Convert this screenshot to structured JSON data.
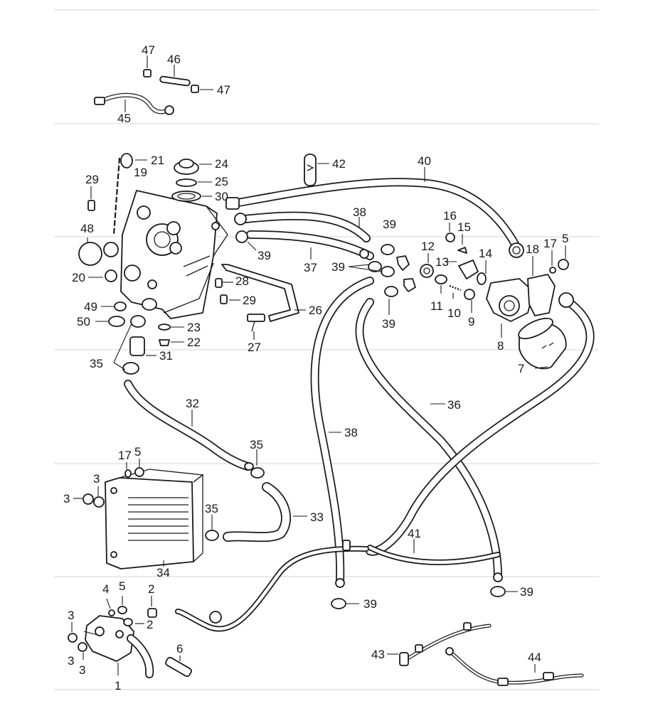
{
  "diagram": {
    "callouts": [
      "47",
      "46",
      "47",
      "45",
      "21",
      "24",
      "25",
      "30",
      "19",
      "29",
      "48",
      "20",
      "49",
      "50",
      "35",
      "23",
      "22",
      "31",
      "42",
      "40",
      "38",
      "39",
      "39",
      "37",
      "39",
      "39",
      "28",
      "29",
      "26",
      "27",
      "16",
      "15",
      "12",
      "13",
      "14",
      "18",
      "17",
      "5",
      "11",
      "10",
      "9",
      "8",
      "7",
      "32",
      "36",
      "38",
      "35",
      "17",
      "5",
      "3",
      "3",
      "35",
      "33",
      "34",
      "41",
      "39",
      "39",
      "4",
      "5",
      "2",
      "2",
      "3",
      "3",
      "3",
      "1",
      "6",
      "43",
      "44"
    ]
  }
}
